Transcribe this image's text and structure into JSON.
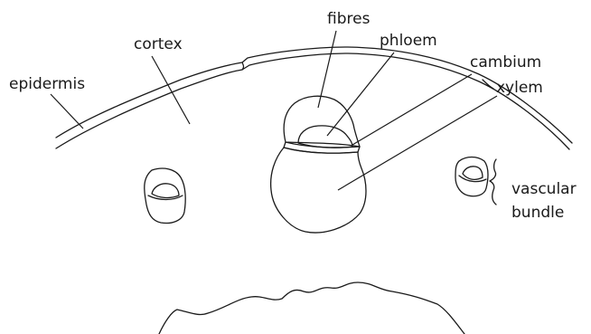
{
  "diagram": {
    "labels": {
      "epidermis": "epidermis",
      "cortex": "cortex",
      "fibres": "fibres",
      "phloem": "phloem",
      "cambium": "cambium",
      "xylem": "xylem",
      "vascular_line1": "vascular",
      "vascular_line2": "bundle"
    }
  }
}
